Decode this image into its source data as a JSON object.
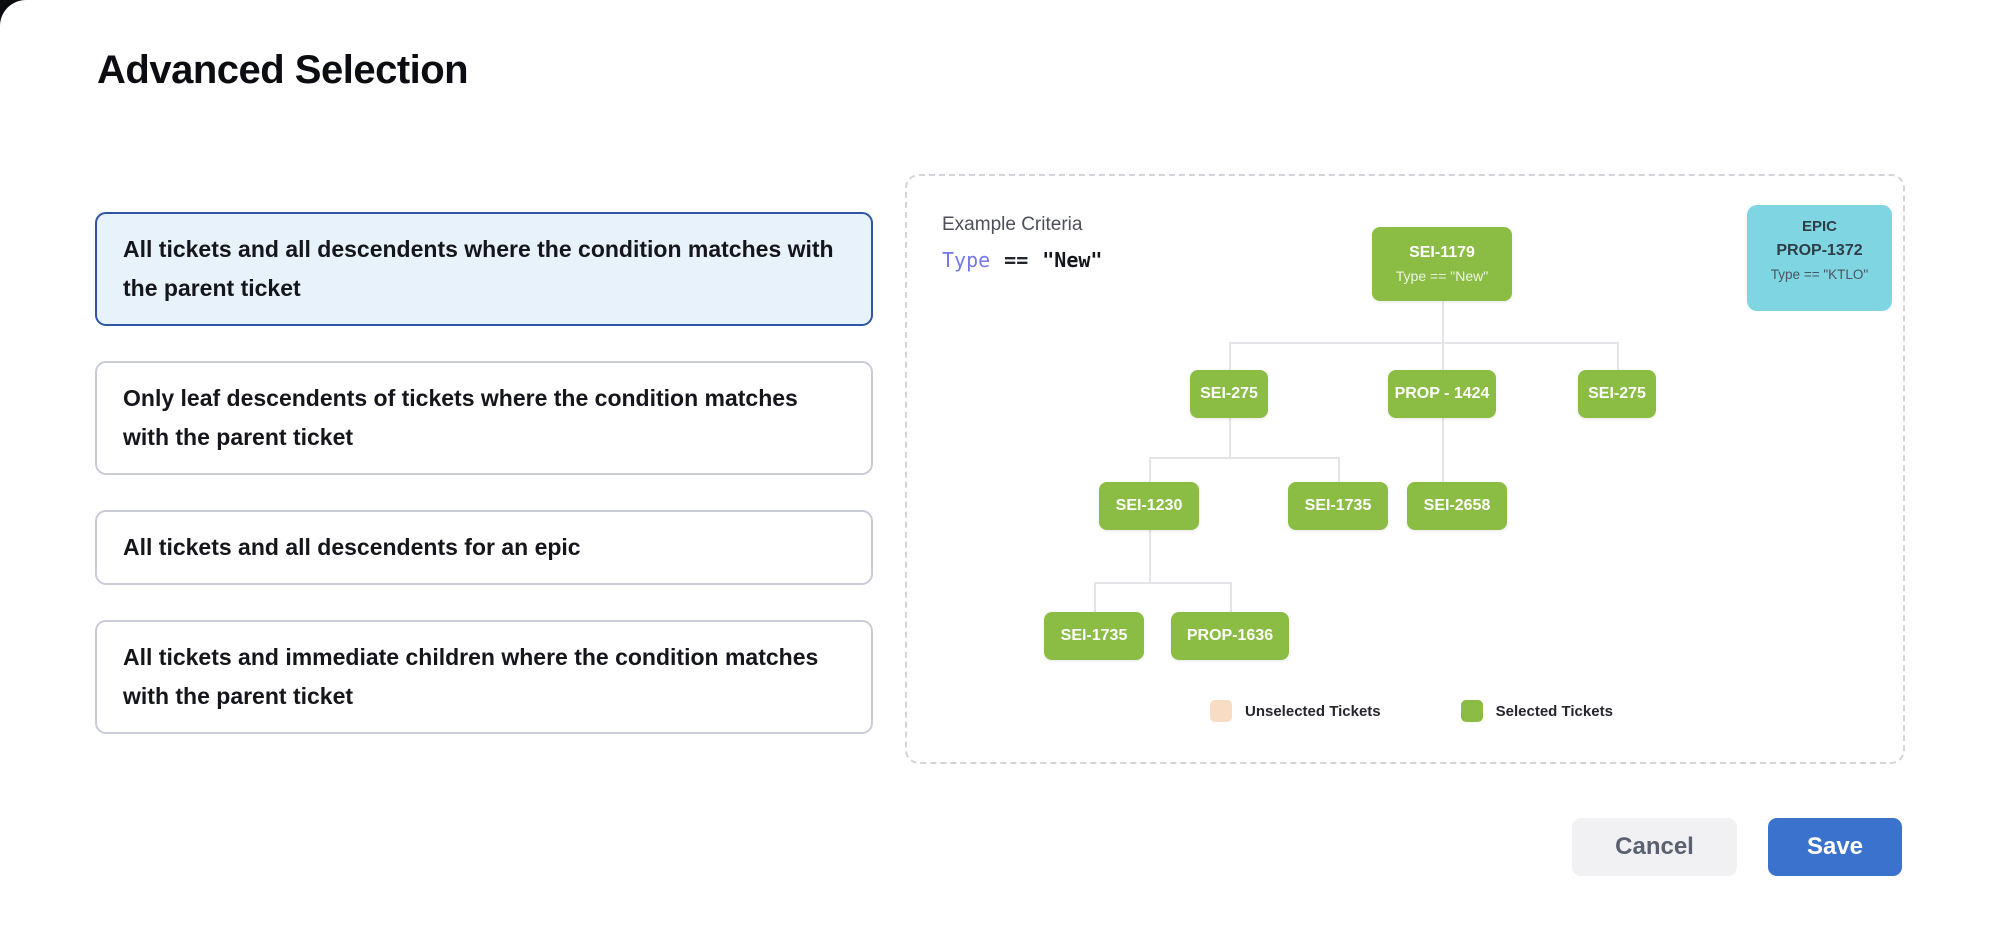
{
  "page": {
    "title": "Advanced Selection"
  },
  "options": [
    {
      "label": "All tickets and all descendents where the condition matches with the parent ticket",
      "selected": true
    },
    {
      "label": "Only leaf descendents of tickets where the condition matches with the parent ticket",
      "selected": false
    },
    {
      "label": "All tickets and all descendents for an epic",
      "selected": false
    },
    {
      "label": "All tickets and immediate children where the condition matches with the parent ticket",
      "selected": false
    }
  ],
  "example": {
    "heading": "Example Criteria",
    "criteria": {
      "field": "Type",
      "operator": "==",
      "value": "\"New\""
    },
    "epic": {
      "type_label": "EPIC",
      "id": "PROP-1372",
      "condition": "Type == \"KTLO\""
    },
    "legend": [
      {
        "label": "Unselected Tickets",
        "color": "#f8dcc3"
      },
      {
        "label": "Selected Tickets",
        "color": "#8bbd44"
      }
    ]
  },
  "tree": {
    "nodes": [
      {
        "id": "SEI-1179",
        "condition": "Type == \"New\""
      },
      {
        "id": "SEI-275"
      },
      {
        "id": "PROP - 1424"
      },
      {
        "id": "SEI-275"
      },
      {
        "id": "SEI-1230"
      },
      {
        "id": "SEI-1735"
      },
      {
        "id": "SEI-2658"
      },
      {
        "id": "SEI-1735"
      },
      {
        "id": "PROP-1636"
      }
    ]
  },
  "footer": {
    "cancel_label": "Cancel",
    "save_label": "Save"
  },
  "colors": {
    "selected_ticket_green": "#8bbd44",
    "unselected_ticket_peach": "#f8dcc3",
    "epic_cyan": "#7fd6e2",
    "selected_option_border": "#2f55a4",
    "selected_option_bg": "#e8f2fa",
    "save_button_blue": "#3a72cd",
    "criteria_field_purple": "#7577ee"
  }
}
